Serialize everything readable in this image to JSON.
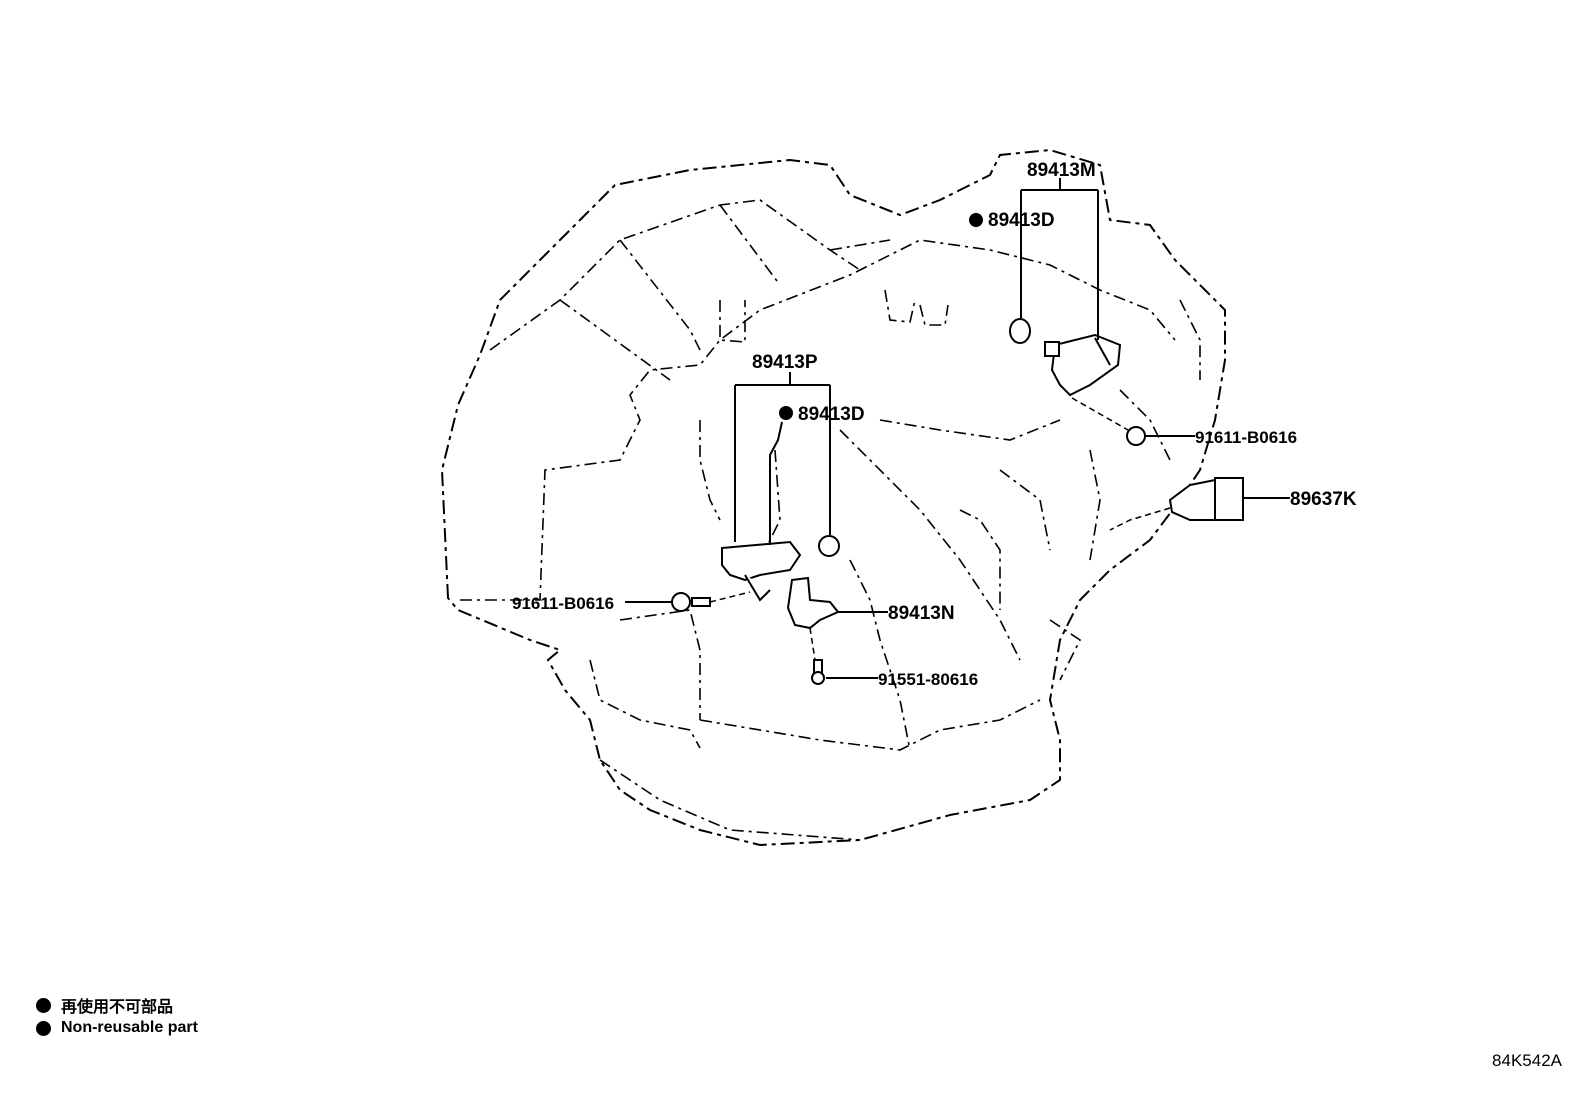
{
  "parts": {
    "p89413M": "89413M",
    "p89413D_top": "89413D",
    "p89413P": "89413P",
    "p89413D_mid": "89413D",
    "p91611_right": "91611-B0616",
    "p89637K": "89637K",
    "p91611_left": "91611-B0616",
    "p89413N": "89413N",
    "p91551": "91551-80616"
  },
  "legend": {
    "line1": "再使用不可部品",
    "line2": "Non-reusable part"
  },
  "reference_code": "84K542A",
  "icons": {
    "marker": "filled-circle-icon"
  }
}
